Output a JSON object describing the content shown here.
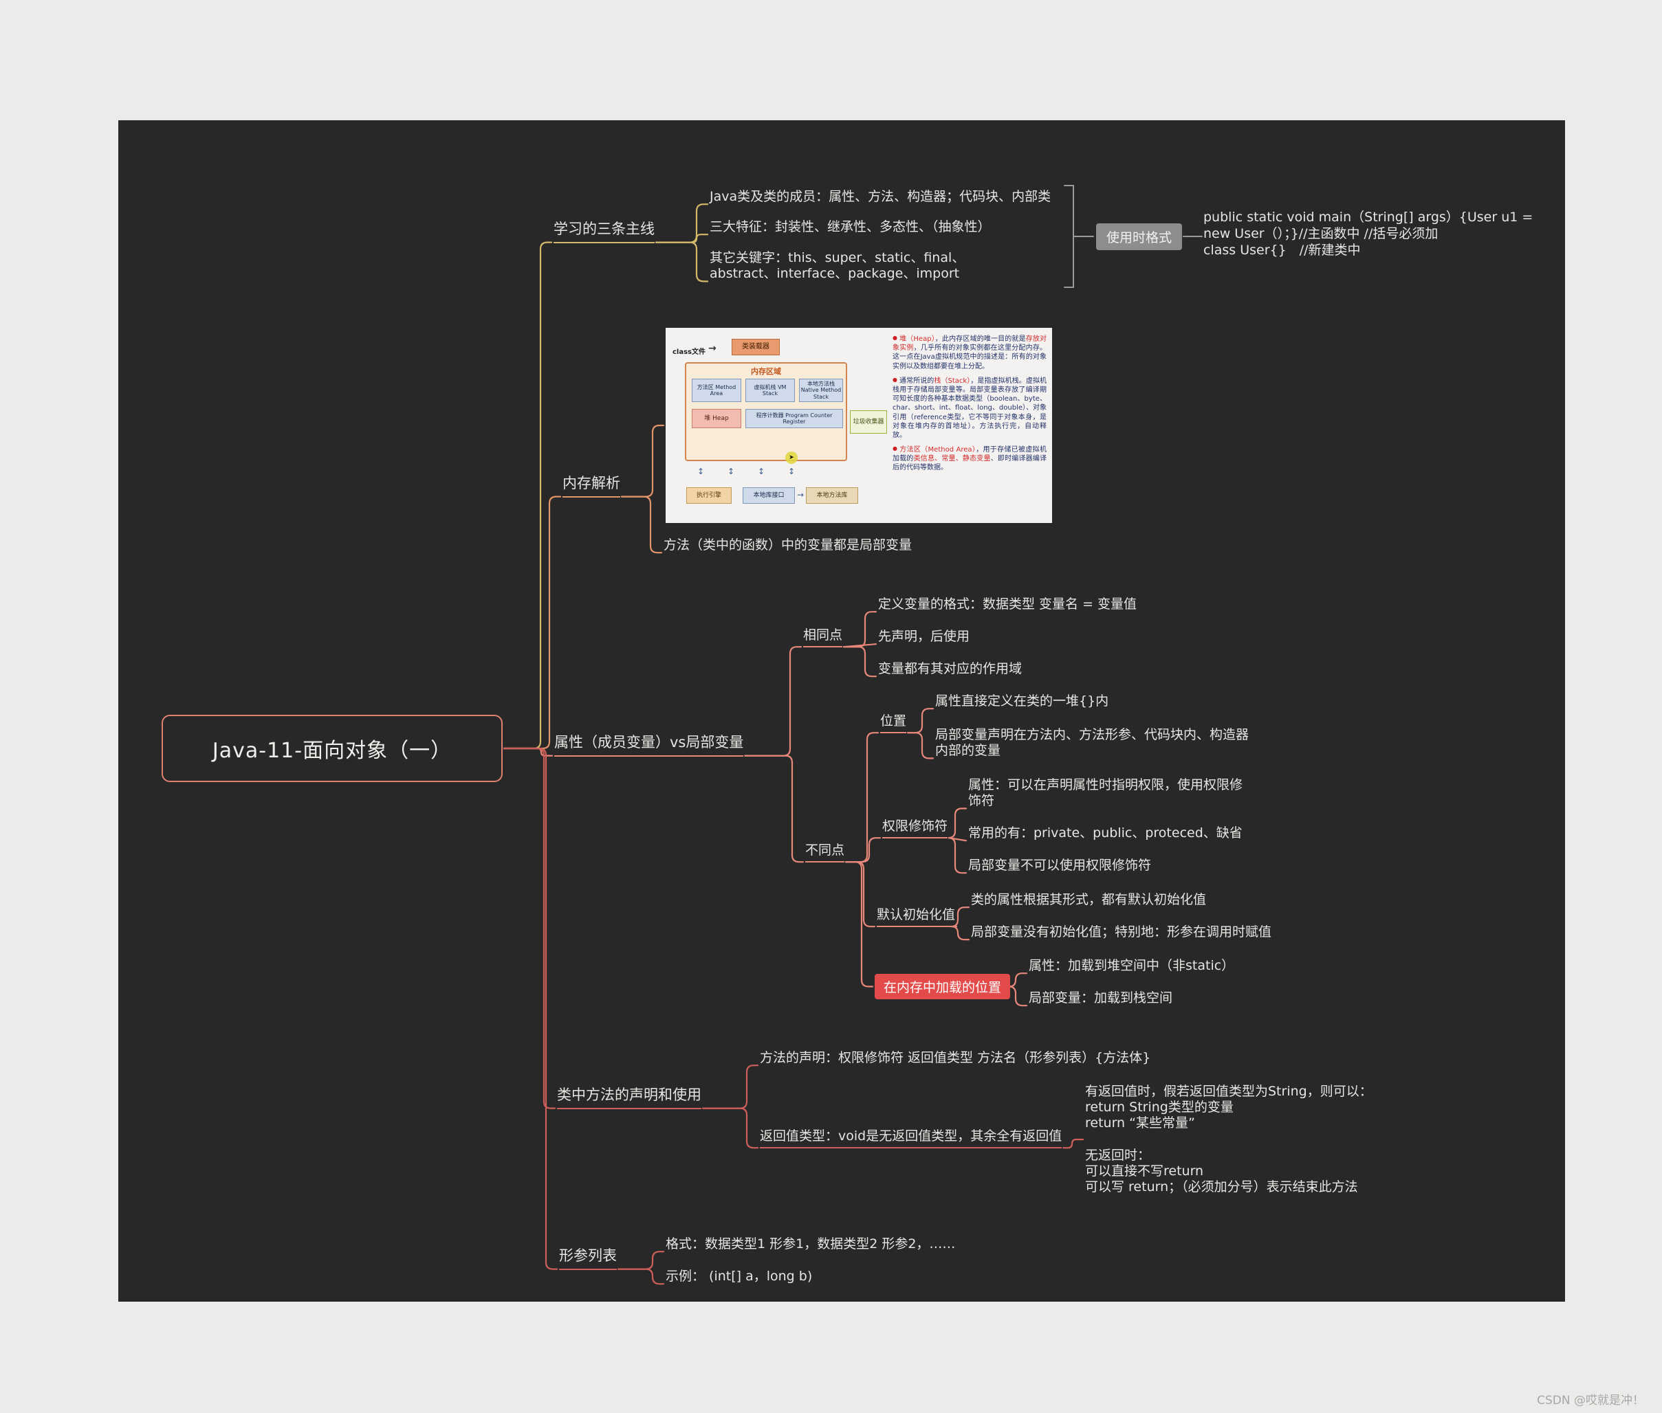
{
  "watermark": "CSDN @哎就是冲！",
  "colors": {
    "canvas": "#282828",
    "root_border": "#e0826f",
    "branch1": "#d4b96a",
    "branch2": "#e2956a",
    "branch3": "#e8887a",
    "branch45": "#cf5f5a",
    "badge_bg": "#8d8d8d",
    "highlight_bg": "#e34b4b",
    "bracket": "#9a9a9a"
  },
  "root": {
    "title": "Java-11-面向对象（一）"
  },
  "b1": {
    "label": "学习的三条主线",
    "c1": "Java类及类的成员：属性、方法、构造器；代码块、内部类",
    "c2": "三大特征：封装性、继承性、多态性、（抽象性）",
    "c3": "其它关键字：this、super、static、final、abstract、interface、package、import",
    "badge": "使用时格式",
    "code1": "public static void main（String[] args）{User u1 = new User（）；}//主函数中 //括号必须加",
    "code2": "class User{}　//新建类中"
  },
  "b2": {
    "label": "内存解析",
    "note": "方法（类中的函数）中的变量都是局部变量",
    "diagram": {
      "class_file": "class文件",
      "loader": "类装载器",
      "region_title": "内存区域",
      "method_area": "方法区 Method Area",
      "vm_stack": "虚拟机栈 VM Stack",
      "native_stack": "本地方法栈 Native Method Stack",
      "heap": "堆 Heap",
      "pc": "程序计数器 Program Counter Register",
      "gc": "垃圾收集器",
      "engine": "执行引擎",
      "native_if": "本地库接口",
      "native_lib": "本地方法库",
      "p1_lead": "堆（Heap）",
      "p1_a": "，此内存区域的唯一目的就是",
      "p1_hl": "存放对象实例",
      "p1_b": "，几乎所有的对象实例都在这里分配内存。这一点在Java虚拟机规范中的描述是：所有的对象实例以及数组都要在堆上分配。",
      "p2_pre": "通常所说的",
      "p2_lead": "栈（Stack）",
      "p2_body": "，是指虚拟机栈。虚拟机栈用于存储局部变量等。局部变量表存放了编译期可知长度的各种基本数据类型（boolean、byte、char、short、int、float、long、double）、对象引用（reference类型，它不等同于对象本身，是对象在堆内存的首地址）。方法执行完，自动释放。",
      "p3_lead": "方法区（Method Area）",
      "p3_a": "，用于存储已被虚拟机加载的",
      "p3_hl": "类信息、常量、静态变量",
      "p3_b": "、即时编译器编译后的代码等数据。"
    }
  },
  "b3": {
    "label": "属性（成员变量）vs局部变量",
    "same": {
      "label": "相同点",
      "s1": "定义变量的格式：数据类型 变量名 = 变量值",
      "s2": "先声明，后使用",
      "s3": "变量都有其对应的作用域"
    },
    "diff": {
      "label": "不同点",
      "pos": {
        "label": "位置",
        "p1": "属性直接定义在类的一堆{}内",
        "p2": "局部变量声明在方法内、方法形参、代码块内、构造器内部的变量"
      },
      "perm": {
        "label": "权限修饰符",
        "q1": "属性：可以在声明属性时指明权限，使用权限修饰符",
        "q2": "常用的有：private、public、proteced、缺省",
        "q3": "局部变量不可以使用权限修饰符"
      },
      "def": {
        "label": "默认初始化值",
        "d1": "类的属性根据其形式，都有默认初始化值",
        "d2": "局部变量没有初始化值；特别地：形参在调用时赋值"
      },
      "mem": {
        "label": "在内存中加载的位置",
        "m1": "属性：加载到堆空间中（非static）",
        "m2": "局部变量：加载到栈空间"
      }
    }
  },
  "b4": {
    "label": "类中方法的声明和使用",
    "f1": "方法的声明：权限修饰符 返回值类型 方法名（形参列表）{方法体}",
    "f2": "返回值类型：void是无返回值类型，其余全有返回值",
    "rblock": {
      "lines": [
        "有返回值时，假若返回值类型为String，则可以：",
        "return String类型的变量",
        "return “某些常量”",
        "",
        "无返回时：",
        "可以直接不写return",
        "可以写 return；（必须加分号）表示结束此方法"
      ]
    }
  },
  "b5": {
    "label": "形参列表",
    "g1": "格式：数据类型1 形参1，数据类型2 形参2，……",
    "g2": "示例： (int[] a，long b)"
  }
}
